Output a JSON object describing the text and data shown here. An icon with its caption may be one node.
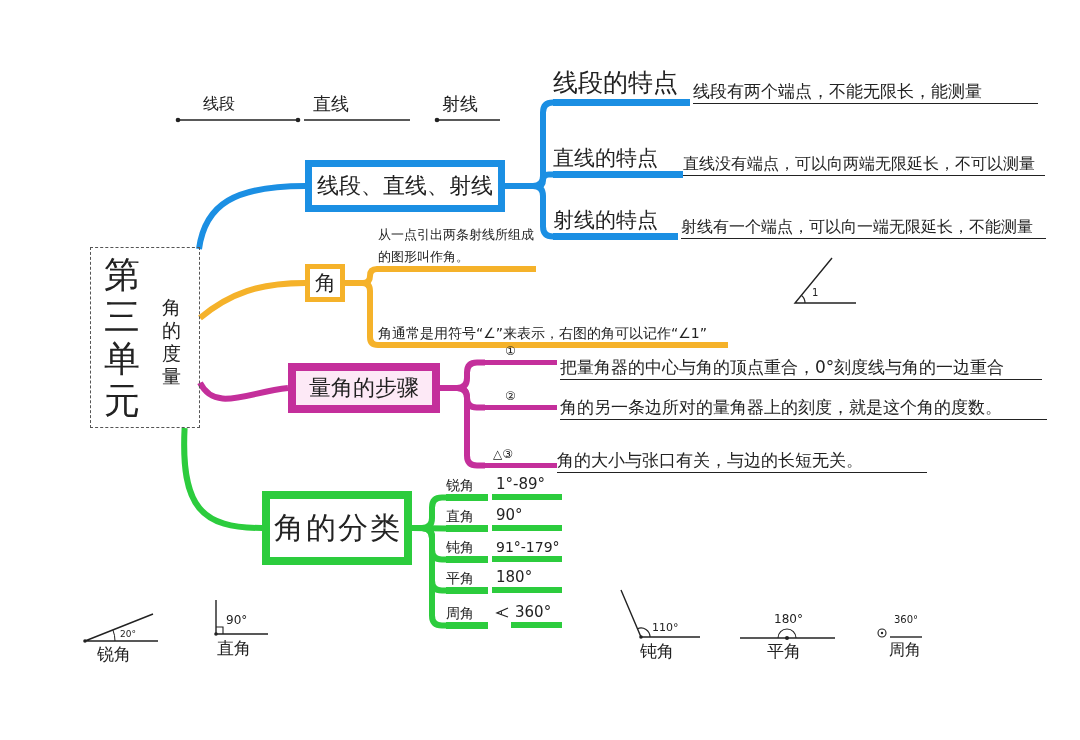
{
  "diagram": {
    "nodes": [
      {
        "text": [
          "第三单元",
          "角的度量"
        ]
      },
      {
        "text": [
          "线段、直线、射线"
        ]
      },
      {
        "text": [
          "线段的特点"
        ],
        "beside": [
          "线段有两个端点，不能无限长，能测量"
        ]
      },
      {
        "text": [
          "直线的特点"
        ],
        "beside": [
          "直线没有端点，可以向两端无限延长，不可以测量"
        ]
      },
      {
        "text": [
          "射线的特点"
        ],
        "beside": [
          "射线有一个端点，可以向一端无限延长，不能测量"
        ]
      },
      {
        "text": [
          "角"
        ]
      },
      {
        "text": [
          "从一点引出两条射线所组成的图形叫作角。"
        ]
      },
      {
        "text": [
          "角通常是用符号“∠”来表示，右图的角可以记作“∠1”"
        ]
      },
      {
        "text": [
          "量角的步骤"
        ]
      },
      {
        "text": [
          "①"
        ],
        "beside": [
          "把量角器的中心与角的顶点重合，0°刻度线与角的一边重合"
        ]
      },
      {
        "text": [
          "②"
        ],
        "beside": [
          "角的另一条边所对的量角器上的刻度，就是这个角的度数。"
        ]
      },
      {
        "text": [
          "△③"
        ],
        "beside": [
          "角的大小与张口有关，与边的长短无关。"
        ]
      },
      {
        "text": [
          "角的分类"
        ]
      },
      {
        "text": [
          "锐角"
        ],
        "beside": [
          "1°-89°"
        ]
      },
      {
        "text": [
          "直角"
        ],
        "beside": [
          "90°"
        ]
      },
      {
        "text": [
          "钝角"
        ],
        "beside": [
          "91°-179°"
        ]
      },
      {
        "text": [
          "平角"
        ],
        "beside": [
          "180°"
        ]
      },
      {
        "text": [
          "周角"
        ],
        "beside": [
          "360°"
        ]
      }
    ],
    "edges": [
      {
        "from": 0,
        "to": 1,
        "arrow": "none",
        "color": "#1b8fe3"
      },
      {
        "from": 0,
        "to": 5,
        "arrow": "none",
        "color": "#f5b22a"
      },
      {
        "from": 0,
        "to": 8,
        "arrow": "none",
        "color": "#c42f9b"
      },
      {
        "from": 0,
        "to": 12,
        "arrow": "none",
        "color": "#2ccc3d"
      },
      {
        "from": 1,
        "to": 2,
        "arrow": "none",
        "color": "#1b8fe3"
      },
      {
        "from": 1,
        "to": 3,
        "arrow": "none",
        "color": "#1b8fe3"
      },
      {
        "from": 1,
        "to": 4,
        "arrow": "none",
        "color": "#1b8fe3"
      },
      {
        "from": 5,
        "to": 6,
        "arrow": "none",
        "color": "#f5b22a"
      },
      {
        "from": 5,
        "to": 7,
        "arrow": "none",
        "color": "#f5b22a"
      },
      {
        "from": 8,
        "to": 9,
        "arrow": "none",
        "color": "#c42f9b"
      },
      {
        "from": 8,
        "to": 10,
        "arrow": "none",
        "color": "#c42f9b"
      },
      {
        "from": 8,
        "to": 11,
        "arrow": "none",
        "color": "#c42f9b"
      },
      {
        "from": 12,
        "to": 13,
        "arrow": "none",
        "color": "#2ccc3d"
      },
      {
        "from": 12,
        "to": 14,
        "arrow": "none",
        "color": "#2ccc3d"
      },
      {
        "from": 12,
        "to": 15,
        "arrow": "none",
        "color": "#2ccc3d"
      },
      {
        "from": 12,
        "to": 16,
        "arrow": "none",
        "color": "#2ccc3d"
      },
      {
        "from": 12,
        "to": 17,
        "arrow": "none",
        "color": "#2ccc3d"
      }
    ],
    "labels": [
      "线段",
      "直线",
      "射线",
      "1",
      "20°",
      "锐角",
      "90°",
      "直角",
      "110°",
      "钝角",
      "180°",
      "平角",
      "360°",
      "周角"
    ]
  }
}
